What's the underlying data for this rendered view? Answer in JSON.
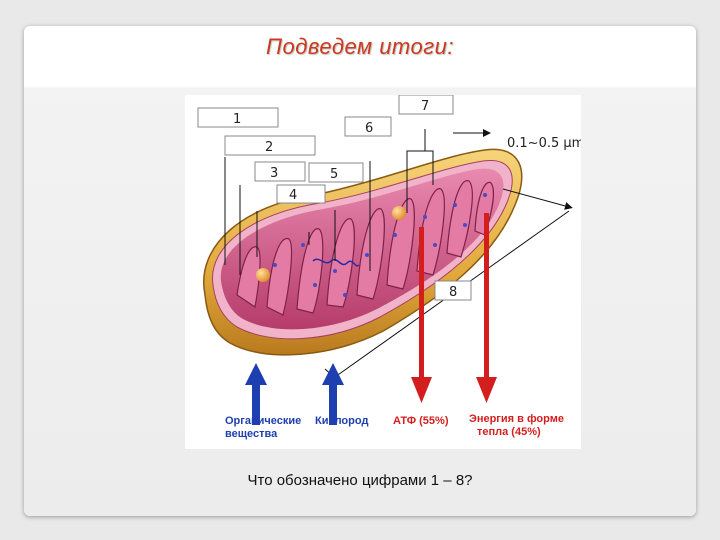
{
  "slide": {
    "title": "Подведем итоги:",
    "question": "Что обозначено цифрами 1 – 8?"
  },
  "diagram": {
    "labels": [
      "1",
      "2",
      "3",
      "4",
      "5",
      "6",
      "7",
      "8"
    ],
    "scale": "0.1~0.5 μm",
    "captions": {
      "organic_line1": "Органические",
      "organic_line2": "вещества",
      "oxygen": "Кислород",
      "atp": "АТФ (55%)",
      "heat_line1": "Энергия в форме",
      "heat_line2": "тепла (45%)"
    },
    "colors": {
      "title": "#cc3a1e",
      "arrow_in": "#1e3fb0",
      "arrow_out": "#d41e1e",
      "outer_membrane": "#e8b84a",
      "matrix": "#d05a86"
    }
  }
}
